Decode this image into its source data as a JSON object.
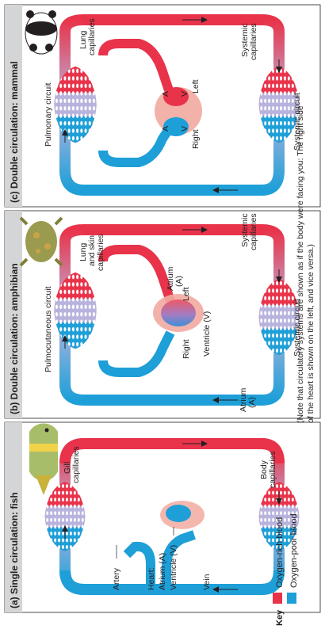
{
  "colors": {
    "oxygen_rich": "#e8334a",
    "oxygen_poor": "#1e9fd8",
    "header_bg": "#d4d5d6",
    "heart": "#f2aaa0"
  },
  "panel_a": {
    "title": "(a) Single circulation: fish",
    "gill_capillaries": [
      "Gill",
      "capillaries"
    ],
    "body_capillaries": [
      "Body",
      "capillaries"
    ],
    "artery": "Artery",
    "heart": "Heart:",
    "atrium": "Atrium (A)",
    "ventricle": "Ventricle (V)",
    "vein": "Vein",
    "icon": "fish-icon"
  },
  "panel_b": {
    "title": "(b) Double circulation: amphibian",
    "circuit_top": "Pulmocutaneous circuit",
    "circuit_bottom": "Systemic circuit",
    "lung_skin_capillaries": [
      "Lung",
      "and skin",
      "capillaries"
    ],
    "systemic_capillaries": [
      "Systemic",
      "capillaries"
    ],
    "atrium_left": [
      "Atrium",
      "(A)"
    ],
    "atrium_right": [
      "Atrium",
      "(A)"
    ],
    "ventricle": "Ventricle (V)",
    "left": "Left",
    "right": "Right",
    "icon": "frog-icon"
  },
  "panel_c": {
    "title": "(c) Double circulation: mammal",
    "circuit_top": "Pulmonary circuit",
    "circuit_bottom": "Systemic circuit",
    "lung_capillaries": [
      "Lung",
      "capillaries"
    ],
    "systemic_capillaries": [
      "Systemic",
      "capillaries"
    ],
    "a": "A",
    "v": "V",
    "left": "Left",
    "right": "Right",
    "icon": "panda-icon"
  },
  "key": {
    "title": "Key",
    "oxygen_rich": "Oxygen-rich blood",
    "oxygen_poor": "Oxygen-poor blood"
  },
  "note": [
    "(Note that circulatory systems are shown as if the body were facing you: The right side",
    "of the heart is shown on the left, and vice versa.)"
  ]
}
